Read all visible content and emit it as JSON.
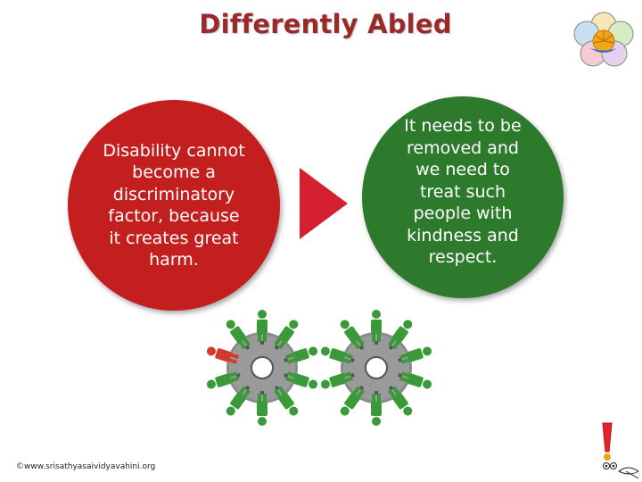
{
  "title": "Differently Abled",
  "left_circle": {
    "text": "Disability cannot become a discriminatory factor, because it creates great harm.",
    "color": "#c31f1f"
  },
  "right_circle": {
    "text": "It needs to be removed and we need to treat such people with kindness and respect.",
    "color": "#2d7a2d"
  },
  "arrow": {
    "icon": "play-triangle-icon",
    "color": "#d42030"
  },
  "illustration": {
    "icon": "gears-with-people-icon",
    "people_color": "#3a9a3a",
    "odd_one_color": "#d33a2a",
    "gear_color": "#8a8a8a"
  },
  "logo": {
    "icon": "lotus-emblem-icon"
  },
  "mascot": {
    "icon": "exclamation-mascot-icon"
  },
  "copyright": "©www.srisathyasaividyavahini.org"
}
